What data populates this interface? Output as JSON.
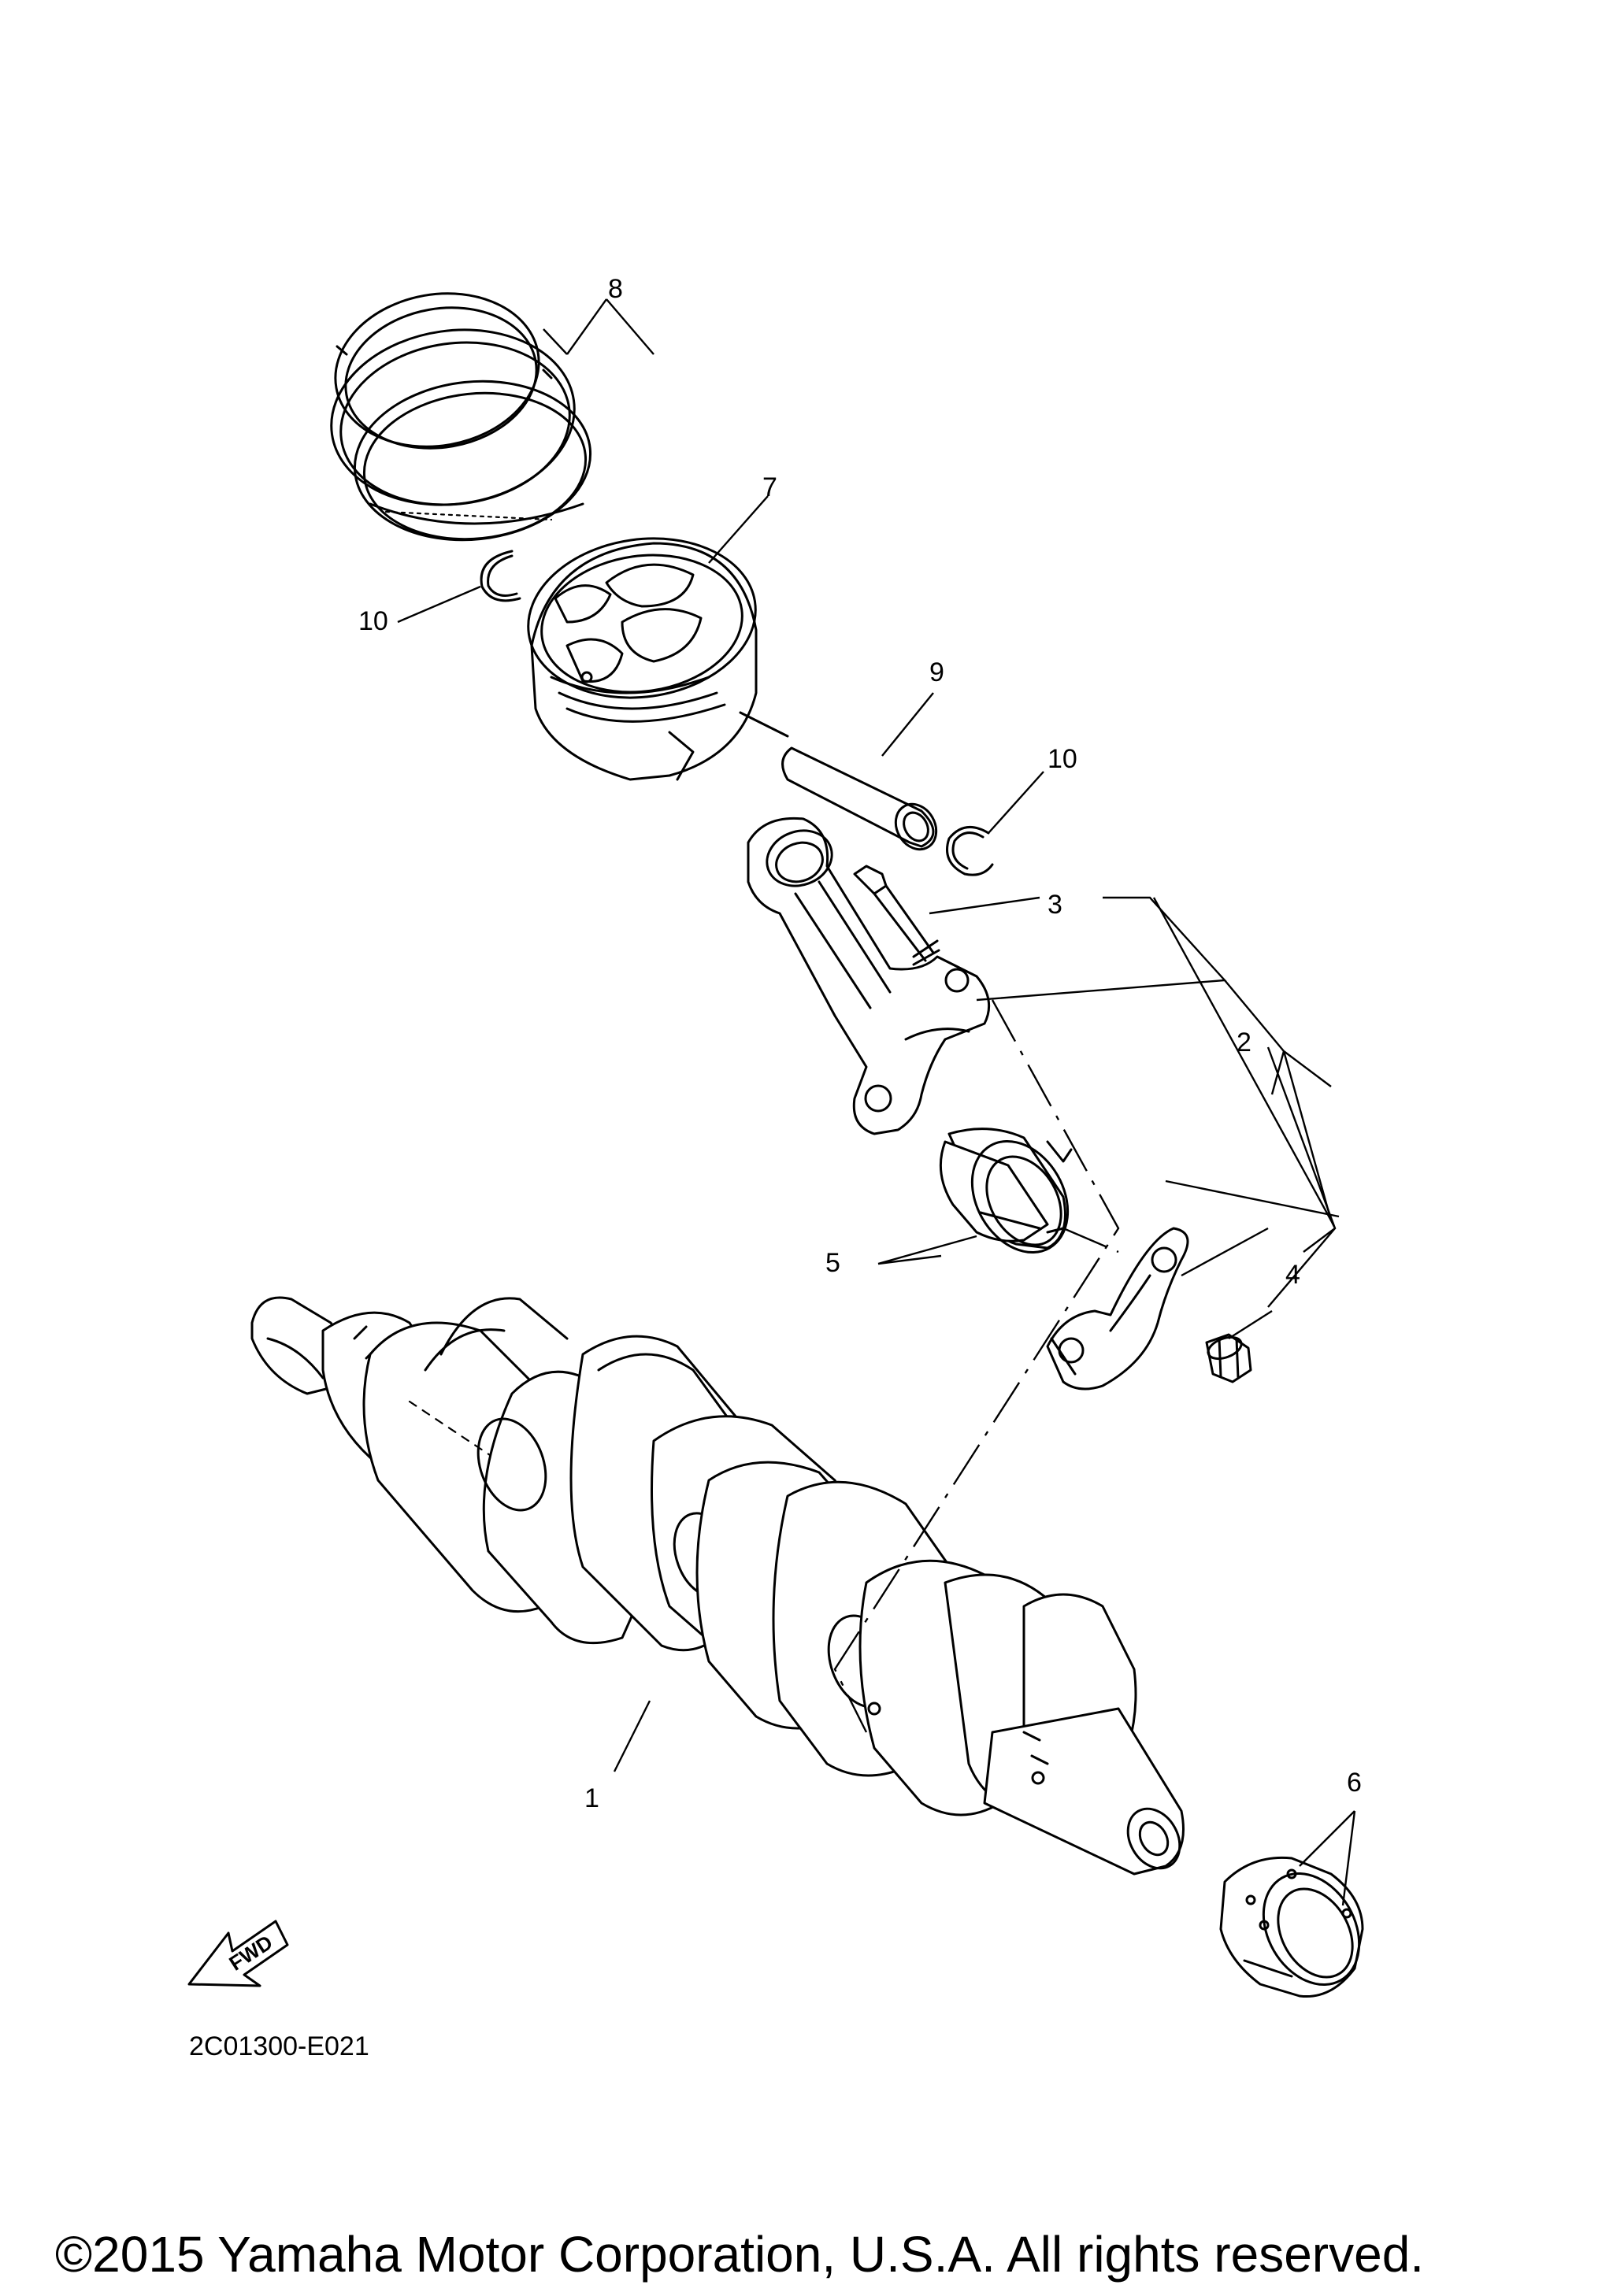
{
  "diagram": {
    "callouts": [
      {
        "id": "c8",
        "label": "8"
      },
      {
        "id": "c7",
        "label": "7"
      },
      {
        "id": "c10a",
        "label": "10"
      },
      {
        "id": "c9",
        "label": "9"
      },
      {
        "id": "c10b",
        "label": "10"
      },
      {
        "id": "c3",
        "label": "3"
      },
      {
        "id": "c2",
        "label": "2"
      },
      {
        "id": "c5",
        "label": "5"
      },
      {
        "id": "c4",
        "label": "4"
      },
      {
        "id": "c1",
        "label": "1"
      },
      {
        "id": "c6",
        "label": "6"
      }
    ],
    "fwd_label": "FWD",
    "diagram_code": "2C01300-E021",
    "copyright": "©2015 Yamaha Motor Corporation, U.S.A. All rights reserved."
  }
}
